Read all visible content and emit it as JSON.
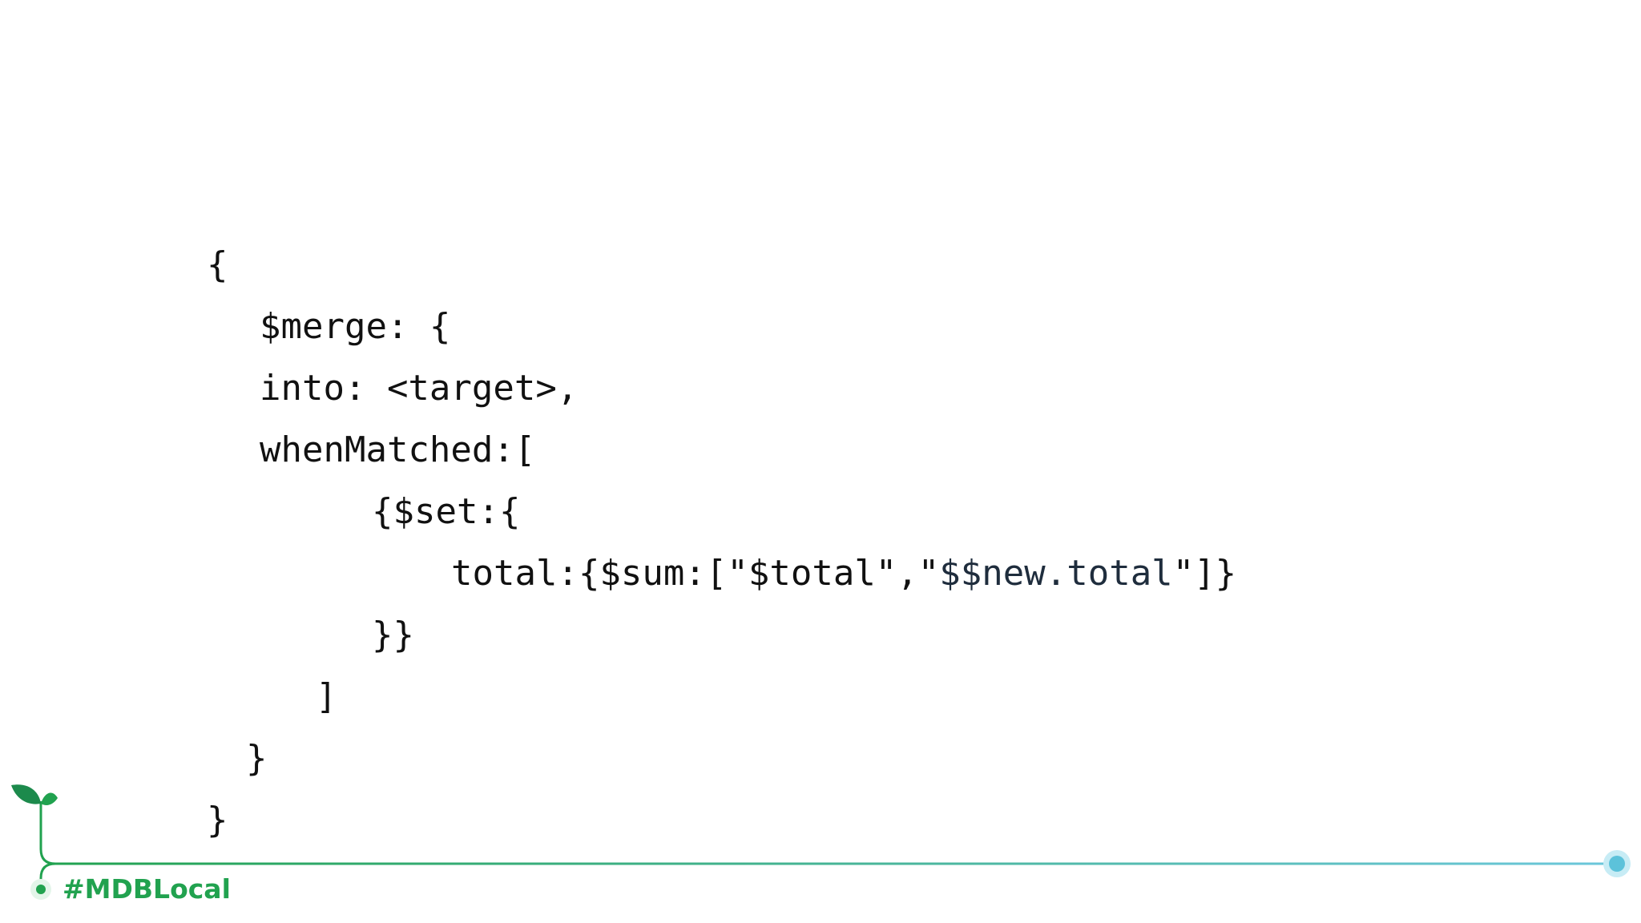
{
  "code": {
    "line1": "{",
    "line2": "$merge: {",
    "line3": "into: <target>,",
    "line4": "whenMatched:[",
    "line5": "{$set:{",
    "line6_a": "total:{$sum:[\"$total\",\"",
    "line6_b": "$$new.total",
    "line6_c": "\"]}",
    "line7": "}}",
    "line8": "]",
    "line9": "}",
    "line10": "}"
  },
  "footer": {
    "hashtag": "#MDBLocal"
  },
  "colors": {
    "brand_green": "#21a24f",
    "line_teal": "#6cc7dc"
  },
  "icons": {
    "sprout": "sprout-icon",
    "end_dot": "end-dot-icon"
  }
}
